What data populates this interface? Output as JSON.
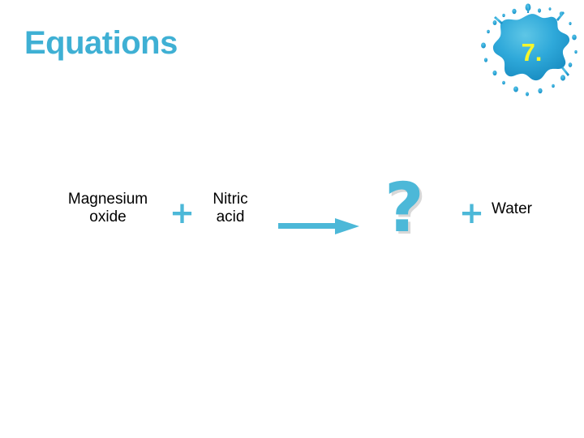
{
  "slide": {
    "title": "Equations",
    "background_color": "#ffffff",
    "accent_color": "#3fb0d4",
    "text_color": "#000000"
  },
  "badge": {
    "number_label": "7.",
    "shape": "paint-splat",
    "splat_color": "#2aa8d8",
    "splat_color_light": "#56c2e4",
    "splat_color_dark": "#1d93c6",
    "number_color": "#f6f62a"
  },
  "equation": {
    "reactant_1": "Magnesium\noxide",
    "operator_1": "+",
    "reactant_2": "Nitric\nacid",
    "arrow": "yields-arrow",
    "product_1": "?",
    "operator_2": "+",
    "product_2": "Water",
    "symbol_color": "#4cb8d8",
    "shadow_color": "#d8d8d8"
  }
}
